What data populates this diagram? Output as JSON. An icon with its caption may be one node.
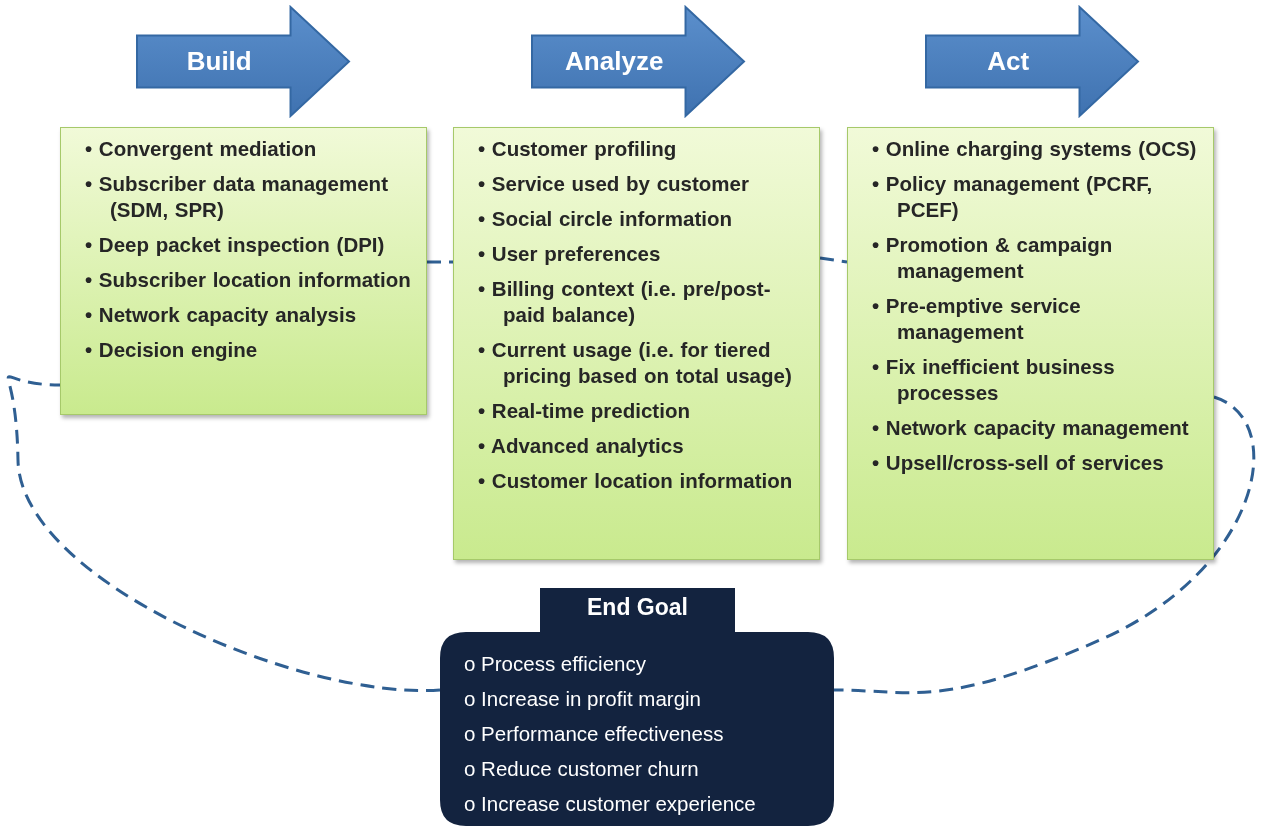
{
  "diagram": {
    "nodes": [
      {
        "text": [
          "Build"
        ]
      },
      {
        "text": [
          "Analyze"
        ]
      },
      {
        "text": [
          "Act"
        ]
      },
      {
        "text": [
          "• Convergent mediation",
          "• Subscriber data management (SDM, SPR)",
          "• Deep packet inspection (DPI)",
          "• Subscriber location information",
          "• Network capacity analysis",
          "• Decision engine"
        ]
      },
      {
        "text": [
          "• Customer profiling",
          "• Service used by customer",
          "• Social circle information",
          "• User preferences",
          "• Billing context (i.e. pre/post-paid balance)",
          "• Current usage (i.e. for tiered pricing based on total usage)",
          "• Real-time prediction",
          "• Advanced analytics",
          "• Customer location information"
        ]
      },
      {
        "text": [
          "• Online charging systems (OCS)",
          "• Policy management (PCRF, PCEF)",
          "• Promotion & campaign management",
          "• Pre-emptive service management",
          "• Fix inefficient business processes",
          "• Network capacity management",
          "• Upsell/cross-sell of services"
        ]
      },
      {
        "text": [
          "End Goal",
          "o Process efficiency",
          "o Increase in profit margin",
          "o Performance effectiveness",
          "o Reduce customer churn",
          "o Increase customer experience"
        ]
      }
    ],
    "edges": [
      {
        "from": 3,
        "to": 4,
        "arrow": "none",
        "style": "dashed"
      },
      {
        "from": 4,
        "to": 5,
        "arrow": "none",
        "style": "dashed"
      },
      {
        "from": 5,
        "to": 6,
        "arrow": "none",
        "style": "dashed"
      },
      {
        "from": 6,
        "to": 3,
        "arrow": "none",
        "style": "dashed"
      }
    ]
  }
}
